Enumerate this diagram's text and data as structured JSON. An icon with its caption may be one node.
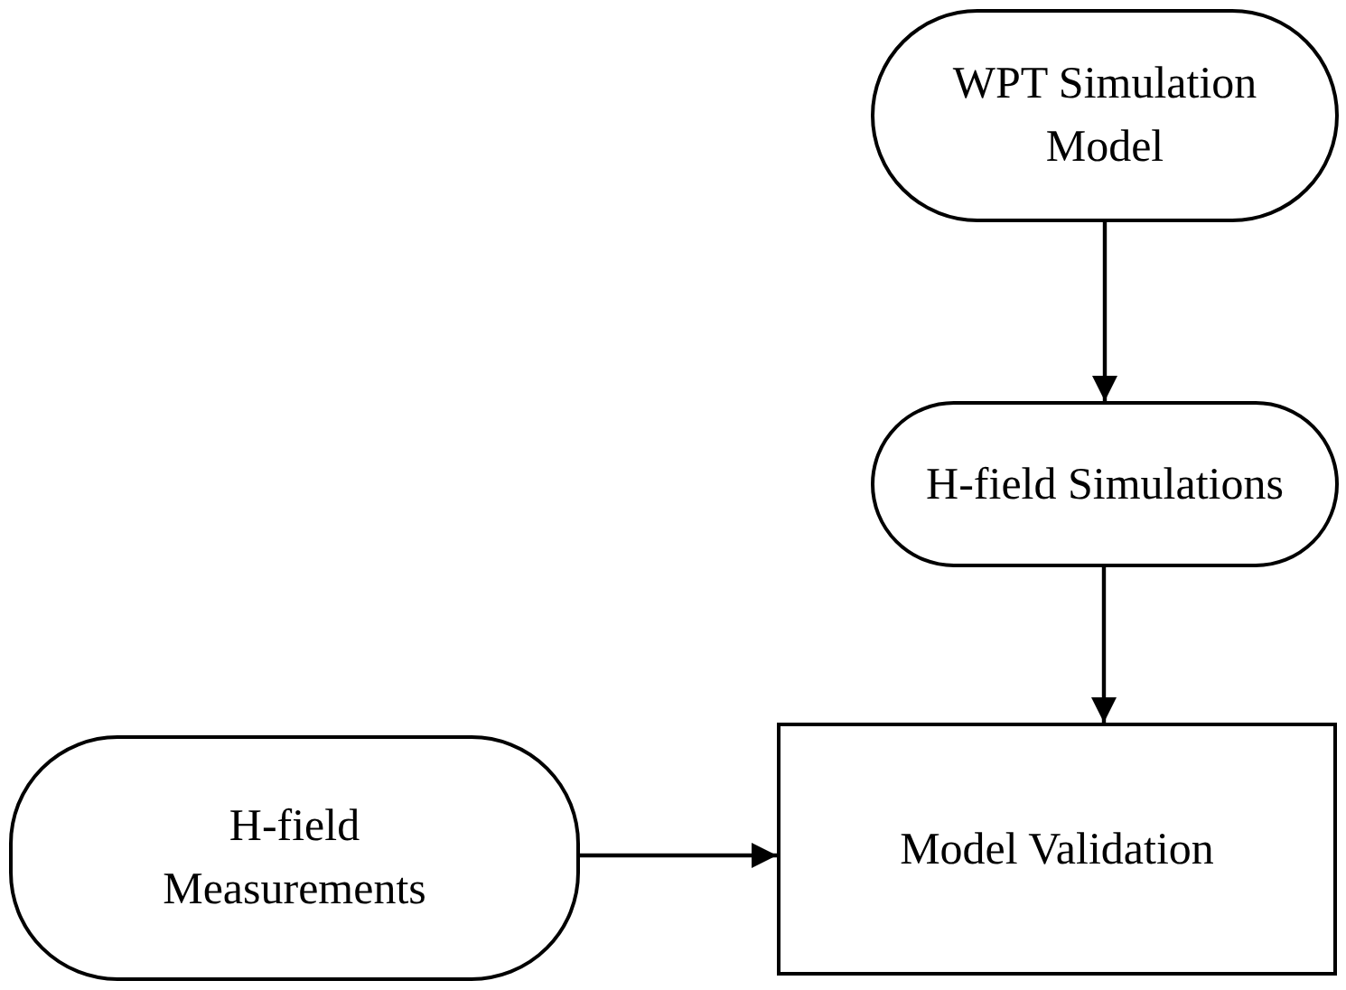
{
  "diagram": {
    "nodes": [
      {
        "text": [
          "WPT Simulation Model"
        ]
      },
      {
        "text": [
          "H-field Simulations"
        ]
      },
      {
        "text": [
          "H-field Measurements"
        ]
      },
      {
        "text": [
          "Model Validation"
        ]
      }
    ],
    "edges": [
      {
        "from": 0,
        "to": 1,
        "arrow": "to"
      },
      {
        "from": 1,
        "to": 3,
        "arrow": "to"
      },
      {
        "from": 2,
        "to": 3,
        "arrow": "to"
      }
    ]
  }
}
